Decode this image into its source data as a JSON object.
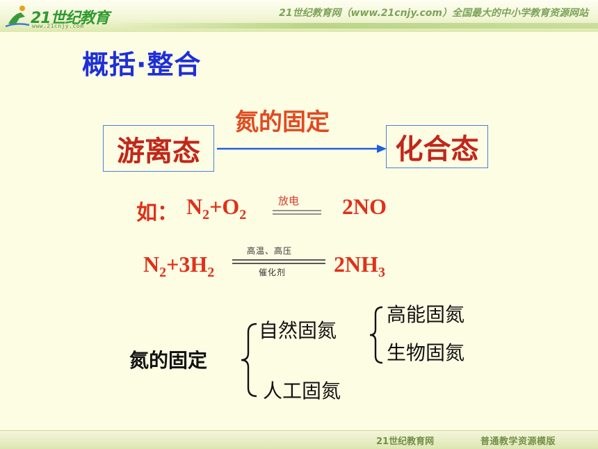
{
  "header": {
    "logo_text": "21世纪教育",
    "logo_url": "www.21cnjy.com",
    "right_text": "21世纪教育网（www.21cnjy.com）全国最大的中小学教育资源网站"
  },
  "title": "概括·整合",
  "diagram": {
    "from_state": "游离态",
    "to_state": "化合态",
    "arrow_label": "氮的固定"
  },
  "equations": {
    "eq1_prefix": "如：",
    "eq1_lhs": "N₂+O₂",
    "eq1_condition": "放电",
    "eq1_rhs": "2NO",
    "eq2_lhs": "N₂+3H₂",
    "eq2_condition_top": "高温、高压",
    "eq2_condition_bottom": "催化剂",
    "eq2_rhs": "2NH₃"
  },
  "classification": {
    "root": "氮的固定",
    "natural": "自然固氮",
    "natural_children": [
      "高能固氮",
      "生物固氮"
    ],
    "artificial": "人工固氮"
  },
  "footer": {
    "left": "21世纪教育网",
    "right": "普通教学资源模版"
  },
  "colors": {
    "title": "#1f2fd8",
    "state_text": "#c3261a",
    "arrow": "#1f5fe0",
    "equation": "#e0301a",
    "background": "#fdfde4"
  }
}
